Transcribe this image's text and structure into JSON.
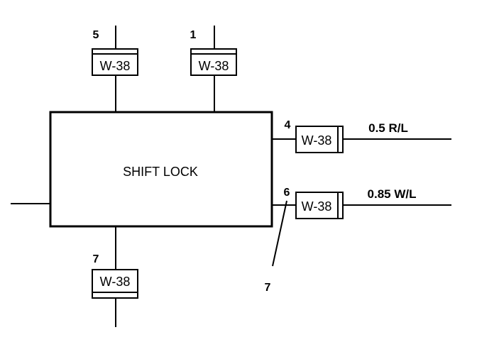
{
  "component": {
    "label": "SHIFT LOCK"
  },
  "connectors": {
    "top_left": {
      "label": "W-38",
      "pin": "5"
    },
    "top_right": {
      "label": "W-38",
      "pin": "1"
    },
    "right_top": {
      "label": "W-38",
      "pin": "4",
      "wire": "0.5 R/L"
    },
    "right_bottom": {
      "label": "W-38",
      "pin": "6",
      "wire": "0.85 W/L",
      "ground_pin": "7"
    },
    "bottom": {
      "label": "W-38",
      "pin": "7"
    }
  }
}
